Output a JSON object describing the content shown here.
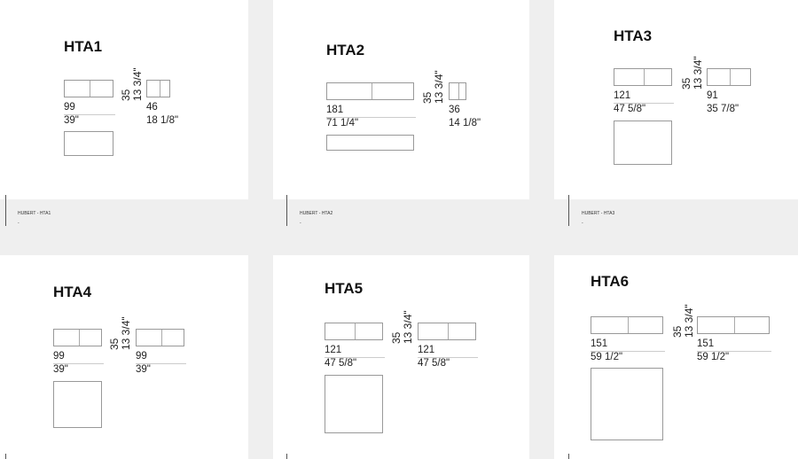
{
  "panels": [
    {
      "title": "HTA1",
      "height_cm": "35",
      "height_in": "13 3/4\"",
      "front_cm": "99",
      "front_in": "39\"",
      "side_cm": "46",
      "side_in": "18 1/8\"",
      "footer": "HUBERT - HTA1",
      "footer_sub": "-"
    },
    {
      "title": "HTA2",
      "height_cm": "35",
      "height_in": "13 3/4\"",
      "front_cm": "181",
      "front_in": "71 1/4\"",
      "side_cm": "36",
      "side_in": "14 1/8\"",
      "footer": "HUBERT - HTA2",
      "footer_sub": "-"
    },
    {
      "title": "HTA3",
      "height_cm": "35",
      "height_in": "13 3/4\"",
      "front_cm": "121",
      "front_in": "47 5/8\"",
      "side_cm": "91",
      "side_in": "35 7/8\"",
      "footer": "HUBERT - HTA3",
      "footer_sub": "-"
    },
    {
      "title": "HTA4",
      "height_cm": "35",
      "height_in": "13 3/4\"",
      "front_cm": "99",
      "front_in": "39\"",
      "side_cm": "99",
      "side_in": "39\""
    },
    {
      "title": "HTA5",
      "height_cm": "35",
      "height_in": "13 3/4\"",
      "front_cm": "121",
      "front_in": "47 5/8\"",
      "side_cm": "121",
      "side_in": "47 5/8\""
    },
    {
      "title": "HTA6",
      "height_cm": "35",
      "height_in": "13 3/4\"",
      "front_cm": "151",
      "front_in": "59 1/2\"",
      "side_cm": "151",
      "side_in": "59 1/2\""
    }
  ]
}
